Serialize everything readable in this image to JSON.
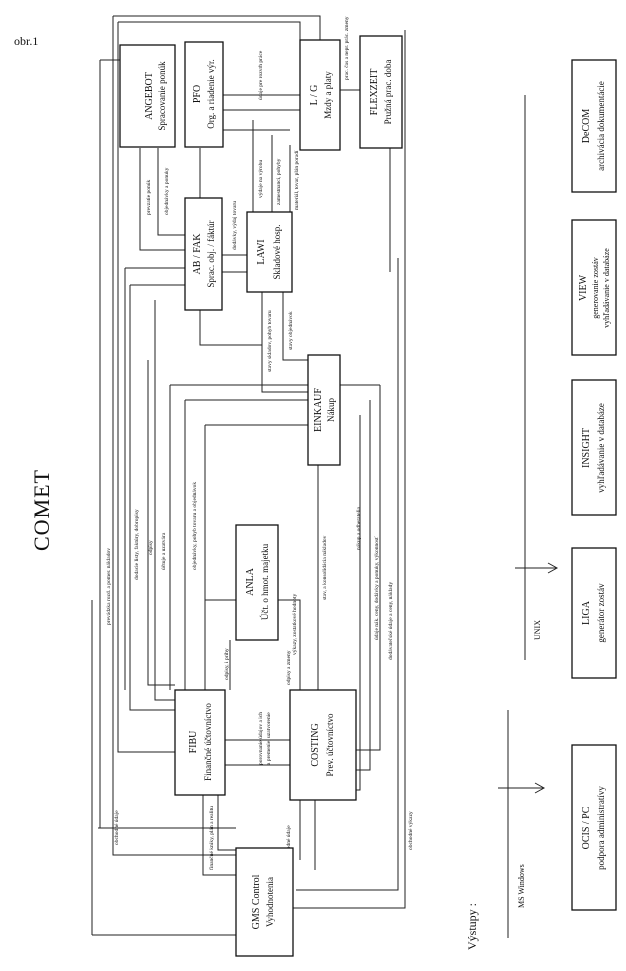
{
  "figure_label": "obr.1",
  "title": "COMET",
  "boxes": [
    {
      "id": "angebot",
      "line1": "ANGEBOT",
      "line2": "Spracovanie ponúk"
    },
    {
      "id": "pfo",
      "line1": "PFO",
      "line2": "Org. a riadenie výr."
    },
    {
      "id": "lg",
      "line1": "L / G",
      "line2": "Mzdy a platy"
    },
    {
      "id": "flexzeit",
      "line1": "FLEXZEIT",
      "line2": "Pružná prac. doba"
    },
    {
      "id": "abfak",
      "line1": "AB / FAK",
      "line2": "Sprac. obj. / fáktúr"
    },
    {
      "id": "lawi",
      "line1": "LAWI",
      "line2": "Skladové hosp."
    },
    {
      "id": "einkauf",
      "line1": "EINKAUF",
      "line2": "Nákup"
    },
    {
      "id": "anla",
      "line1": "ANLA",
      "line2": "Účt. o hmot. majetku"
    },
    {
      "id": "fibu",
      "line1": "FIBU",
      "line2": "Finančné účtovníctvo"
    },
    {
      "id": "costing",
      "line1": "COSTING",
      "line2": "Prev. účtovníctvo"
    },
    {
      "id": "gms",
      "line1": "GMS Control",
      "line2": "Vyhodnotenia"
    }
  ],
  "edge_labels": {
    "pfo_lg": "údaje pre rozvrh práce",
    "lg_flex": "prac. čas a nepr. prác. zmeny",
    "angebot_ab": "objednávky a ponuky",
    "ang_side": "prevzatie ponúk",
    "ab_lawi": "dodávky, výdaj tovaru",
    "lawi_pfo_1": "výdaje na výrobu",
    "lawi_pfo_2": "zamestnanci, pohyby",
    "lawi_pfo_3": "materiál, tovar, plán poradí",
    "lawi_einkauf_1": "stavy skladov, pohyb tovaru",
    "lawi_einkauf_2": "stavy objednávok",
    "einkauf_fibu": "objednávky, pohyb tovaru a objednávok",
    "fibu_left_1": "prevádzka rozd. a pomer. nákladov",
    "fibu_left_2": "dodacie listy, faktúry, dobropisy",
    "fibu_left_3": "odpisy",
    "fibu_left_4": "účtuje a uzatvára",
    "anla_fibu": "odpisy, i prihy",
    "anla_costing_1": "výkazy, zostatkové hodnoty",
    "anla_costing_2": "odpisy a zmeny",
    "einkauf_costing": "stav, a konsolidácia nákladov",
    "right_1": "nákup a odberatelia",
    "right_2": "údaje nák. ceny, dodávky a ponuky, výkonnosť",
    "right_3": "dodávateľské údaje a ceny, náklady",
    "fibu_costing_1": "porovnanie údajov a ich",
    "fibu_costing_2": "a premenie, uzatvorenie",
    "gms_1": "obchodné údaje",
    "gms_2": "finančné kniky, plán a realitu",
    "gms_3": "obchodné údaje",
    "gms_4": "obchodné výkazy"
  },
  "outputs": {
    "label": "Výstupy :",
    "windows_label": "MS Windows",
    "unix_label": "UNIX",
    "boxes": [
      {
        "id": "ocis",
        "line1": "OCIS / PC",
        "line2": "podpora administratívy"
      },
      {
        "id": "liga",
        "line1": "LIGA",
        "line2": "generátor zostáv"
      },
      {
        "id": "insight",
        "line1": "INSIGHT",
        "line2": "vyhľadávanie v databáze"
      },
      {
        "id": "view",
        "line1": "VIEW",
        "line2": "generovanie zostáv",
        "line3": "vyhľadávanie v databáze"
      },
      {
        "id": "decom",
        "line1": "DeCOM",
        "line2": "archivácia dokumentácie"
      }
    ]
  }
}
